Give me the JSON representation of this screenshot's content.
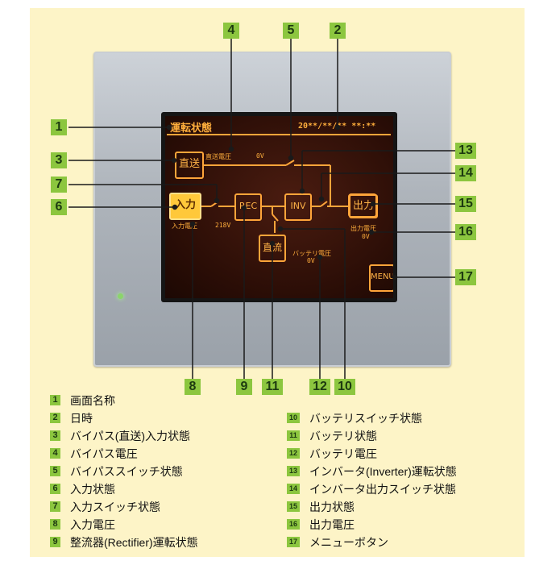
{
  "screen": {
    "title": "運転状態",
    "datetime": "20**/**/** **:**",
    "bypass_box": "直送",
    "bypass_voltage_label": "直送電圧",
    "bypass_voltage_value": "0V",
    "input_box": "入力",
    "input_voltage_label": "入力電圧",
    "input_voltage_value": "218V",
    "rec_box": "REC",
    "inv_box": "INV",
    "output_box": "出力",
    "output_voltage_label": "出力電圧",
    "output_voltage_value": "0V",
    "battery_box": "直流",
    "battery_voltage_label": "バッテリ電圧",
    "battery_voltage_value": "0V",
    "menu_button": "MENU"
  },
  "callouts": {
    "n1": "1",
    "n2": "2",
    "n3": "3",
    "n4": "4",
    "n5": "5",
    "n6": "6",
    "n7": "7",
    "n8": "8",
    "n9": "9",
    "n10": "10",
    "n11": "11",
    "n12": "12",
    "n13": "13",
    "n14": "14",
    "n15": "15",
    "n16": "16",
    "n17": "17"
  },
  "legend": {
    "left": [
      {
        "num": "1",
        "label": "画面名称"
      },
      {
        "num": "2",
        "label": "日時"
      },
      {
        "num": "3",
        "label": "バイパス(直送)入力状態"
      },
      {
        "num": "4",
        "label": "バイパス電圧"
      },
      {
        "num": "5",
        "label": "バイパススイッチ状態"
      },
      {
        "num": "6",
        "label": "入力状態"
      },
      {
        "num": "7",
        "label": "入力スイッチ状態"
      },
      {
        "num": "8",
        "label": "入力電圧"
      },
      {
        "num": "9",
        "label": "整流器(Rectifier)運転状態"
      }
    ],
    "right": [
      {
        "num": "10",
        "label": "バッテリスイッチ状態"
      },
      {
        "num": "11",
        "label": "バッテリ状態"
      },
      {
        "num": "12",
        "label": "バッテリ電圧"
      },
      {
        "num": "13",
        "label": "インバータ(Inverter)運転状態"
      },
      {
        "num": "14",
        "label": "インバータ出力スイッチ状態"
      },
      {
        "num": "15",
        "label": "出力状態"
      },
      {
        "num": "16",
        "label": "出力電圧"
      },
      {
        "num": "17",
        "label": "メニューボタン"
      }
    ]
  },
  "colors": {
    "background": "#fdf4c7",
    "callout_green": "#8cc63f",
    "screen_orange": "#ffa53a",
    "active_yellow": "#ffd23a"
  }
}
